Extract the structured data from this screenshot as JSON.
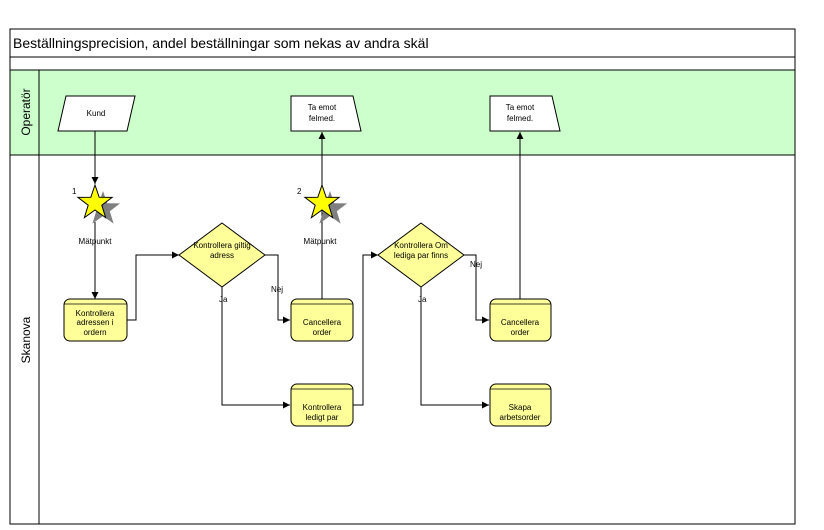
{
  "title": "Beställningsprecision, andel beställningar som nekas av andra skäl",
  "lanes": {
    "operator": "Operatör",
    "skanova": "Skanova"
  },
  "colors": {
    "operator_lane": "#ccffcc",
    "process_box": "#ffff99",
    "decision": "#ffff99",
    "star": "#ffff00",
    "star_shadow": "#7f7f7f"
  },
  "nodes": {
    "kund": [
      "Kund"
    ],
    "ta_emot_1": [
      "Ta emot",
      "felmed."
    ],
    "ta_emot_2": [
      "Ta emot",
      "felmed."
    ],
    "kontrollera_adressen": [
      "Kontrollera",
      "adressen i",
      "ordern"
    ],
    "kontrollera_giltig": [
      "Kontrollera giltig",
      "adress"
    ],
    "cancellera_1": [
      "Cancellera",
      "order"
    ],
    "kontrollera_ledigt": [
      "Kontrollera",
      "ledigt par"
    ],
    "kontrollera_om": [
      "Kontrollera Om",
      "lediga par finns"
    ],
    "cancellera_2": [
      "Cancellera",
      "order"
    ],
    "skapa": [
      "Skapa",
      "arbetsorder"
    ]
  },
  "measure_points": [
    {
      "number": "1",
      "label": "Mätpunkt"
    },
    {
      "number": "2",
      "label": "Mätpunkt"
    }
  ],
  "edge_labels": {
    "nej_1": "Nej",
    "ja_1": "Ja",
    "nej_2": "Nej",
    "ja_2": "Ja"
  }
}
